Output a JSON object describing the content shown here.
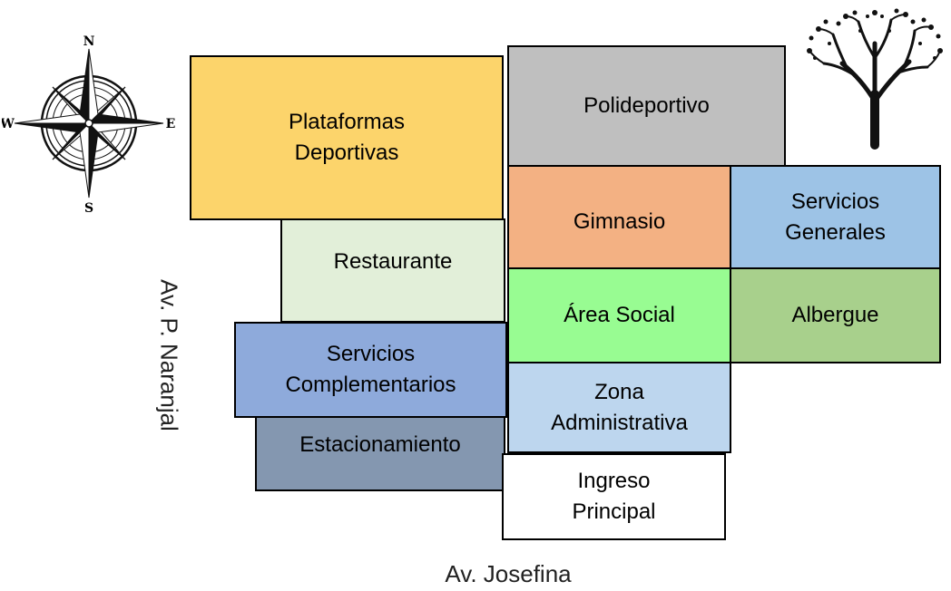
{
  "zones": {
    "plataformas": {
      "label": "Plataformas\nDeportivas",
      "color": "#fcd46b"
    },
    "polideportivo": {
      "label": "Polideportivo",
      "color": "#bfbfbf"
    },
    "gimnasio": {
      "label": "Gimnasio",
      "color": "#f3b183"
    },
    "servicios_generales": {
      "label": "Servicios\nGenerales",
      "color": "#9dc3e6"
    },
    "restaurante": {
      "label": "Restaurante",
      "color": "#e2efd9"
    },
    "area_social": {
      "label": "Área Social",
      "color": "#98fc92"
    },
    "albergue": {
      "label": "Albergue",
      "color": "#a8d08c"
    },
    "servicios_complementarios": {
      "label": "Servicios\nComplementarios",
      "color": "#8eaadb"
    },
    "zona_administrativa": {
      "label": "Zona\nAdministrativa",
      "color": "#bdd6ee"
    },
    "estacionamiento": {
      "label": "Estacionamiento",
      "color": "#8497b0"
    },
    "ingreso_principal": {
      "label": "Ingreso\nPrincipal",
      "color": "#ffffff"
    }
  },
  "streets": {
    "left": "Av. P. Naranjal",
    "bottom": "Av. Josefina"
  },
  "compass": {
    "n": "N",
    "s": "S",
    "e": "E",
    "w": "W"
  },
  "icons": {
    "compass": "compass-rose-icon",
    "tree": "tree-icon"
  }
}
